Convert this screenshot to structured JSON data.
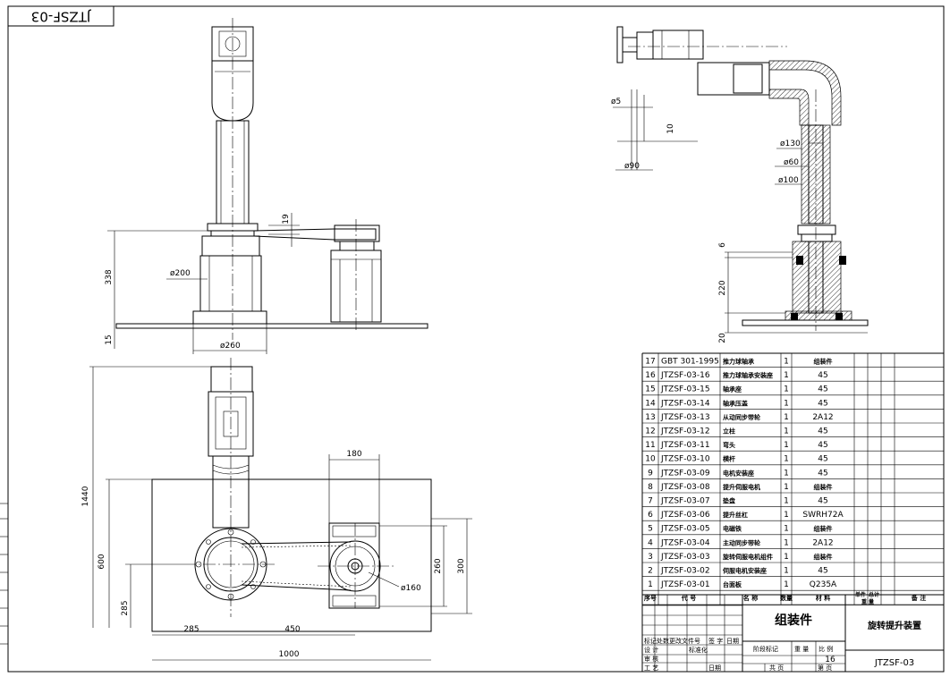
{
  "drawing_number": "JTZSF-03",
  "title_block": {
    "drawing_name": "组装件",
    "project_name": "旋转提升装置",
    "drawing_code": "JTZSF-03",
    "scale": "16",
    "header_labels": {
      "seq": "序号",
      "code": "代  号",
      "name": "名  称",
      "qty": "数量",
      "material": "材  料",
      "single_weight": "单件",
      "total_weight": "总计",
      "weight": "重  量",
      "note": "备  注"
    },
    "sign_labels": [
      "标记",
      "处数",
      "更改文件号",
      "签  字",
      "日期",
      "设  计",
      "标准化",
      "审  核",
      "工  艺",
      "日期",
      "阶段标记",
      "重  量",
      "比  例",
      "共  页",
      "第  页"
    ]
  },
  "parts": [
    {
      "no": "17",
      "code": "GBT 301-1995",
      "name": "推力球轴承",
      "qty": "1",
      "material": "组装件"
    },
    {
      "no": "16",
      "code": "JTZSF-03-16",
      "name": "推力球轴承安装座",
      "qty": "1",
      "material": "45"
    },
    {
      "no": "15",
      "code": "JTZSF-03-15",
      "name": "轴承座",
      "qty": "1",
      "material": "45"
    },
    {
      "no": "14",
      "code": "JTZSF-03-14",
      "name": "轴承压盖",
      "qty": "1",
      "material": "45"
    },
    {
      "no": "13",
      "code": "JTZSF-03-13",
      "name": "从动同步带轮",
      "qty": "1",
      "material": "2A12"
    },
    {
      "no": "12",
      "code": "JTZSF-03-12",
      "name": "立柱",
      "qty": "1",
      "material": "45"
    },
    {
      "no": "11",
      "code": "JTZSF-03-11",
      "name": "弯头",
      "qty": "1",
      "material": "45"
    },
    {
      "no": "10",
      "code": "JTZSF-03-10",
      "name": "横杆",
      "qty": "1",
      "material": "45"
    },
    {
      "no": "9",
      "code": "JTZSF-03-09",
      "name": "电机安装座",
      "qty": "1",
      "material": "45"
    },
    {
      "no": "8",
      "code": "JTZSF-03-08",
      "name": "提升伺服电机",
      "qty": "1",
      "material": "组装件"
    },
    {
      "no": "7",
      "code": "JTZSF-03-07",
      "name": "垫盘",
      "qty": "1",
      "material": "45"
    },
    {
      "no": "6",
      "code": "JTZSF-03-06",
      "name": "提升丝杠",
      "qty": "1",
      "material": "SWRH72A"
    },
    {
      "no": "5",
      "code": "JTZSF-03-05",
      "name": "电磁铁",
      "qty": "1",
      "material": "组装件"
    },
    {
      "no": "4",
      "code": "JTZSF-03-04",
      "name": "主动同步带轮",
      "qty": "1",
      "material": "2A12"
    },
    {
      "no": "3",
      "code": "JTZSF-03-03",
      "name": "旋转伺服电机组件",
      "qty": "1",
      "material": "组装件"
    },
    {
      "no": "2",
      "code": "JTZSF-03-02",
      "name": "伺服电机安装座",
      "qty": "1",
      "material": "45"
    },
    {
      "no": "1",
      "code": "JTZSF-03-01",
      "name": "台面板",
      "qty": "1",
      "material": "Q235A"
    }
  ],
  "dimensions": {
    "front": {
      "d19": "19",
      "d338": "338",
      "d15": "15",
      "phi200": "ø200",
      "phi260": "ø260"
    },
    "top": {
      "d1440": "1440",
      "d600": "600",
      "d285v": "285",
      "d285h": "285",
      "d450": "450",
      "d1000": "1000",
      "d180": "180",
      "d260": "260",
      "d300": "300",
      "phi160": "ø160"
    },
    "section": {
      "phi5": "ø5",
      "d10": "10",
      "phi90": "ø90",
      "phi130": "ø130",
      "phi60": "ø60",
      "phi100": "ø100",
      "d6": "6",
      "d220": "220",
      "d20": "20"
    }
  }
}
